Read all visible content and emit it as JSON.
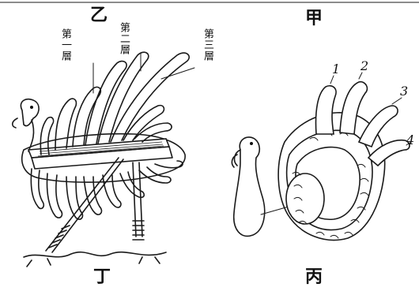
{
  "figure": {
    "panel_labels": {
      "yi": "乙",
      "jia": "甲",
      "ding": "丁",
      "bing": "丙"
    },
    "layer_labels": {
      "first": "第一層",
      "second": "第二層",
      "third": "第三層"
    },
    "part_numbers": [
      "1",
      "2",
      "3",
      "4"
    ]
  }
}
